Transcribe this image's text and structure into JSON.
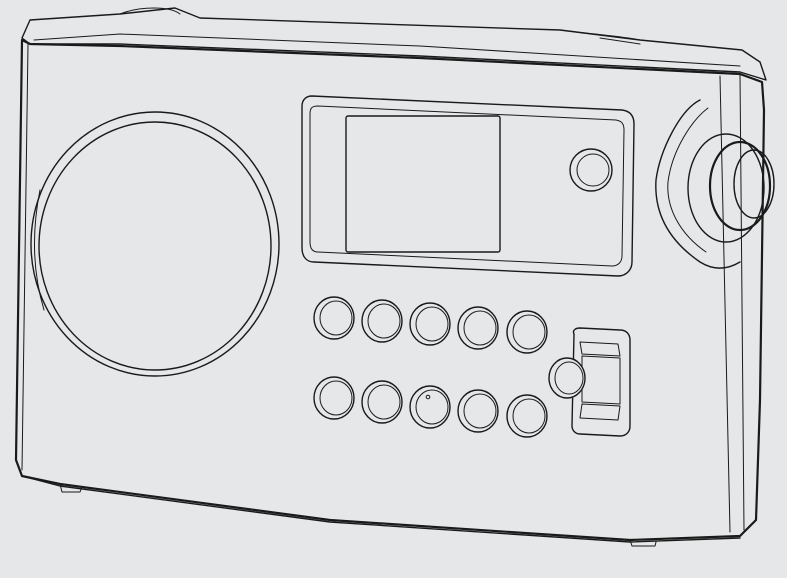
{
  "figure": {
    "subject": "portable-radio-line-drawing",
    "colors": {
      "background": "#e6e7e8",
      "line": "#1a1a1a",
      "screen_fill": "#e6e7e8"
    },
    "keypad": {
      "rows": 2,
      "buttons_per_row": 5
    }
  }
}
